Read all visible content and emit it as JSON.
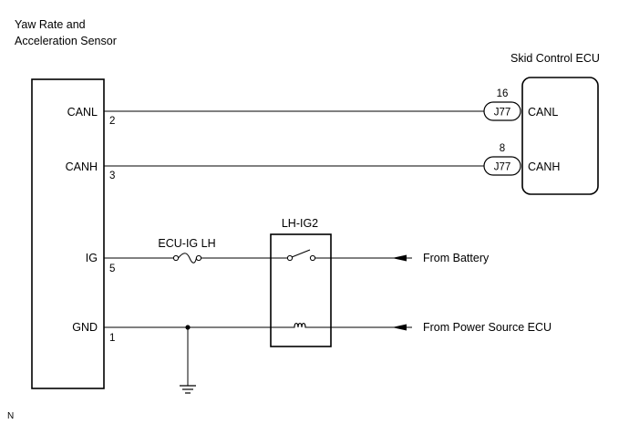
{
  "sensor": {
    "title_line1": "Yaw Rate and",
    "title_line2": "Acceleration Sensor",
    "pins": [
      {
        "name": "CANL",
        "number": "2"
      },
      {
        "name": "CANH",
        "number": "3"
      },
      {
        "name": "IG",
        "number": "5"
      },
      {
        "name": "GND",
        "number": "1"
      }
    ]
  },
  "ecu": {
    "title": "Skid Control ECU",
    "pins": [
      {
        "name": "CANL",
        "number": "16",
        "connector": "J77"
      },
      {
        "name": "CANH",
        "number": "8",
        "connector": "J77"
      }
    ]
  },
  "fuse": {
    "label": "ECU-IG LH"
  },
  "relay": {
    "label": "LH-IG2"
  },
  "sources": {
    "battery": "From Battery",
    "power_source_ecu": "From Power Source ECU"
  },
  "corner_mark": "N"
}
